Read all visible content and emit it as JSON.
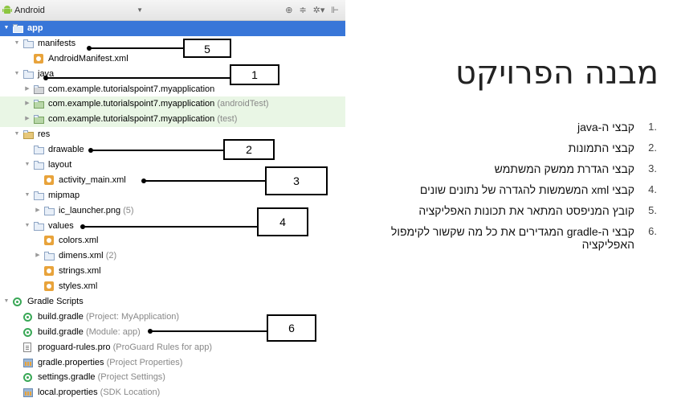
{
  "toolbar": {
    "view_label": "Android",
    "icons": [
      "android-icon",
      "target-icon",
      "collapse-icon",
      "gear-icon",
      "hide-icon"
    ]
  },
  "tree": {
    "items": [
      {
        "label": "app",
        "hint": "",
        "level": 0,
        "icon": "app-folder-icon",
        "arrow": "open",
        "selected": true
      },
      {
        "label": "manifests",
        "hint": "",
        "level": 1,
        "icon": "folder-icon",
        "arrow": "open"
      },
      {
        "label": "AndroidManifest.xml",
        "hint": "",
        "level": 2,
        "icon": "xml-icon",
        "arrow": "none"
      },
      {
        "label": "java",
        "hint": "",
        "level": 1,
        "icon": "folder-icon",
        "arrow": "open"
      },
      {
        "label": "com.example.tutorialspoint7.myapplication",
        "hint": "",
        "level": 2,
        "icon": "package-icon",
        "arrow": "closed"
      },
      {
        "label": "com.example.tutorialspoint7.myapplication",
        "hint": "(androidTest)",
        "level": 2,
        "icon": "test-package-icon",
        "arrow": "closed",
        "green": true
      },
      {
        "label": "com.example.tutorialspoint7.myapplication",
        "hint": "(test)",
        "level": 2,
        "icon": "test-package-icon",
        "arrow": "closed",
        "green": true
      },
      {
        "label": "res",
        "hint": "",
        "level": 1,
        "icon": "res-folder-icon",
        "arrow": "open"
      },
      {
        "label": "drawable",
        "hint": "",
        "level": 2,
        "icon": "folder-icon",
        "arrow": "none"
      },
      {
        "label": "layout",
        "hint": "",
        "level": 2,
        "icon": "folder-icon",
        "arrow": "open"
      },
      {
        "label": "activity_main.xml",
        "hint": "",
        "level": 3,
        "icon": "xml-icon",
        "arrow": "none"
      },
      {
        "label": "mipmap",
        "hint": "",
        "level": 2,
        "icon": "folder-icon",
        "arrow": "open"
      },
      {
        "label": "ic_launcher.png",
        "hint": "(5)",
        "level": 3,
        "icon": "folder-icon",
        "arrow": "closed"
      },
      {
        "label": "values",
        "hint": "",
        "level": 2,
        "icon": "folder-icon",
        "arrow": "open"
      },
      {
        "label": "colors.xml",
        "hint": "",
        "level": 3,
        "icon": "xml-icon",
        "arrow": "none"
      },
      {
        "label": "dimens.xml",
        "hint": "(2)",
        "level": 3,
        "icon": "folder-icon",
        "arrow": "closed"
      },
      {
        "label": "strings.xml",
        "hint": "",
        "level": 3,
        "icon": "xml-icon",
        "arrow": "none"
      },
      {
        "label": "styles.xml",
        "hint": "",
        "level": 3,
        "icon": "xml-icon",
        "arrow": "none"
      },
      {
        "label": "Gradle Scripts",
        "hint": "",
        "level": 0,
        "icon": "gradle-icon",
        "arrow": "open"
      },
      {
        "label": "build.gradle",
        "hint": "(Project: MyApplication)",
        "level": 1,
        "icon": "gradle-icon",
        "arrow": "none"
      },
      {
        "label": "build.gradle",
        "hint": "(Module: app)",
        "level": 1,
        "icon": "gradle-icon",
        "arrow": "none"
      },
      {
        "label": "proguard-rules.pro",
        "hint": "(ProGuard Rules for app)",
        "level": 1,
        "icon": "file-icon",
        "arrow": "none"
      },
      {
        "label": "gradle.properties",
        "hint": "(Project Properties)",
        "level": 1,
        "icon": "properties-icon",
        "arrow": "none"
      },
      {
        "label": "settings.gradle",
        "hint": "(Project Settings)",
        "level": 1,
        "icon": "gradle-icon",
        "arrow": "none"
      },
      {
        "label": "local.properties",
        "hint": "(SDK Location)",
        "level": 1,
        "icon": "properties-icon",
        "arrow": "none"
      }
    ]
  },
  "callouts": [
    "5",
    "1",
    "2",
    "3",
    "4",
    "6"
  ],
  "slide": {
    "title": "מבנה הפרויקט",
    "items": [
      {
        "num": "1.",
        "text": "קבצי ה-java"
      },
      {
        "num": "2.",
        "text": "קבצי התמונות"
      },
      {
        "num": "3.",
        "text": "קבצי הגדרת ממשק המשתמש"
      },
      {
        "num": "4.",
        "text": "קבצי xml המשמשות להגדרה של נתונים שונים"
      },
      {
        "num": "5.",
        "text": "קובץ המניפסט המתאר את תכונות האפליקציה"
      },
      {
        "num": "6.",
        "text": "קבצי ה-gradle המגדירים את כל מה שקשור לקימפול האפליקציה"
      }
    ]
  }
}
